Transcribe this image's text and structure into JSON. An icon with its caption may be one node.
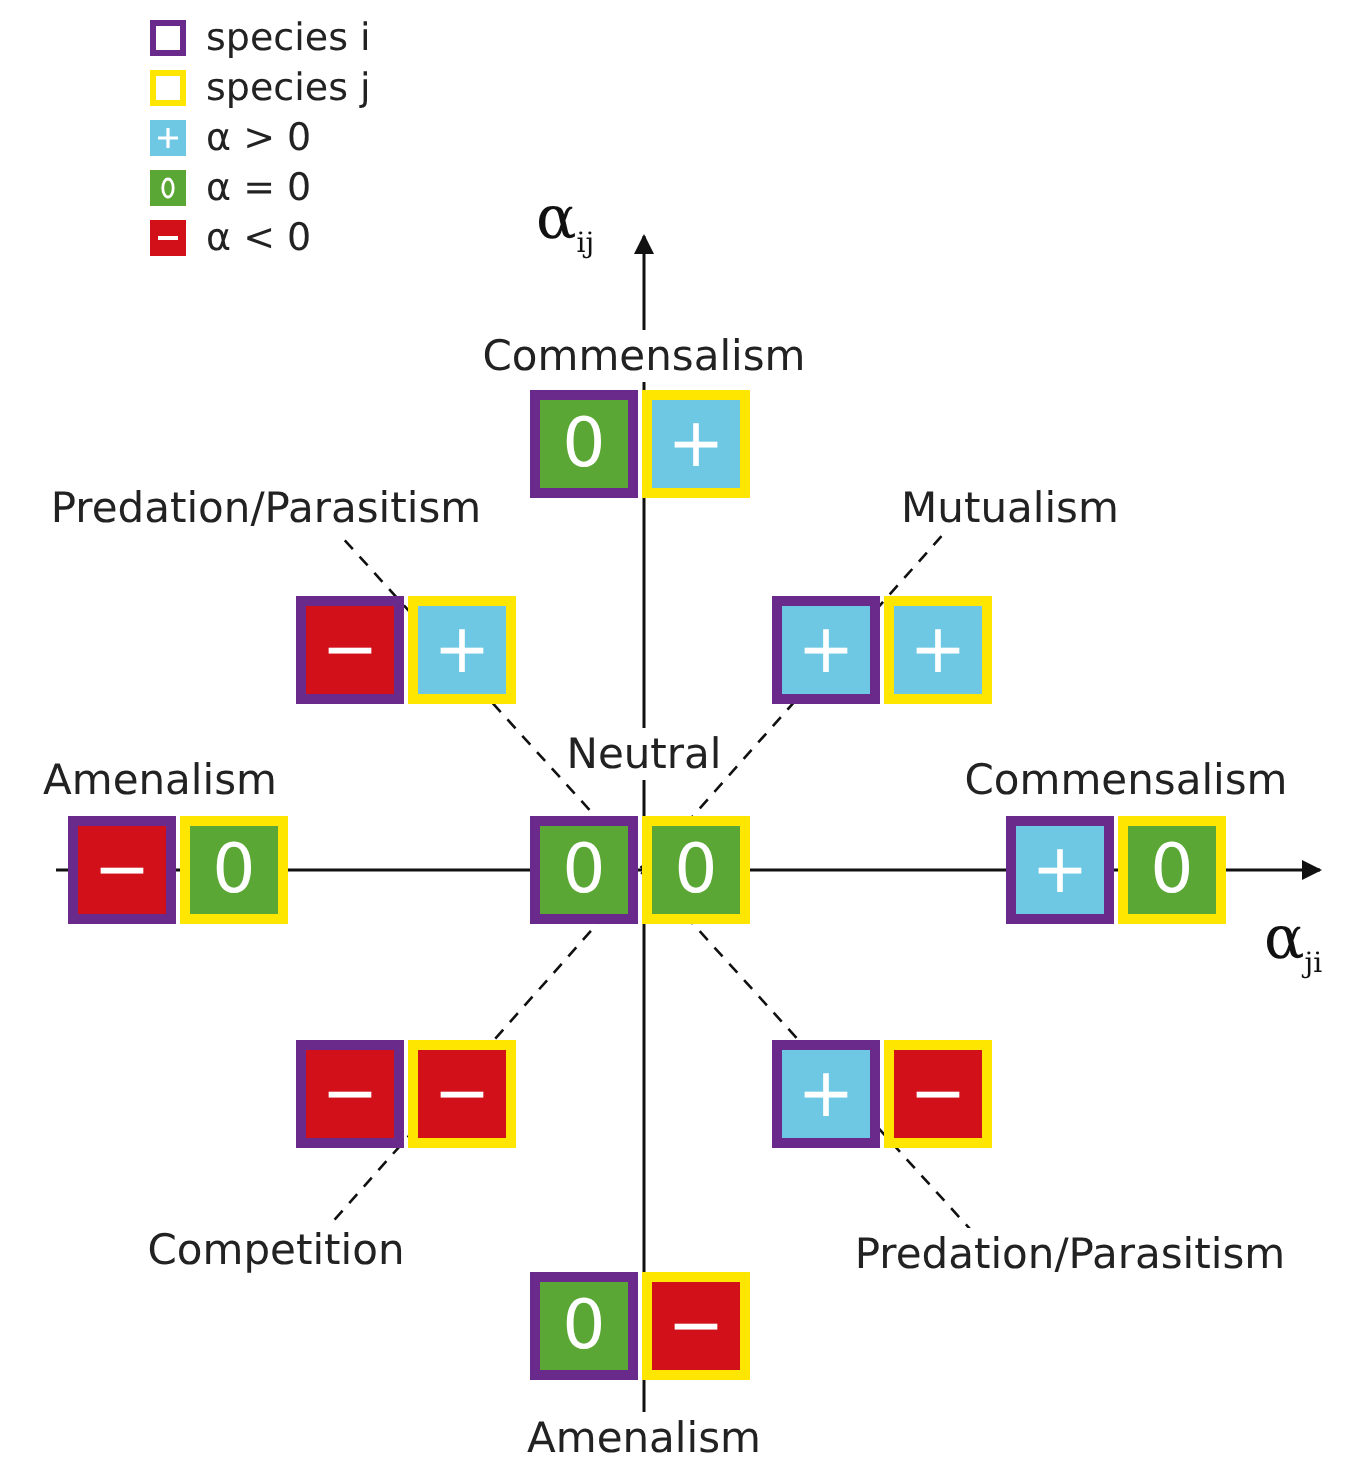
{
  "diagram": {
    "nodes": [
      {
        "text": [
          "0"
        ]
      },
      {
        "text": [
          "+"
        ]
      },
      {
        "text": [
          "−"
        ]
      },
      {
        "text": [
          "+"
        ]
      },
      {
        "text": [
          "+"
        ]
      },
      {
        "text": [
          "+"
        ]
      },
      {
        "text": [
          "−"
        ]
      },
      {
        "text": [
          "0"
        ]
      },
      {
        "text": [
          "0"
        ]
      },
      {
        "text": [
          "0"
        ]
      },
      {
        "text": [
          "+"
        ]
      },
      {
        "text": [
          "0"
        ]
      },
      {
        "text": [
          "−"
        ]
      },
      {
        "text": [
          "−"
        ]
      },
      {
        "text": [
          "+"
        ]
      },
      {
        "text": [
          "−"
        ]
      },
      {
        "text": [
          "0"
        ]
      },
      {
        "text": [
          "−"
        ]
      }
    ],
    "edges": [],
    "labels": [
      "α$_{ij}$",
      "Commensalism",
      "Predation/Parasitism",
      "Mutualism",
      "Neutral",
      "Amenalism",
      "Commensalism",
      "α$_{ji}$",
      "Competition",
      "Predation/Parasitism",
      "Amenalism"
    ],
    "legend": [
      {
        "text": "species i"
      },
      {
        "text": "species j"
      },
      {
        "text": "α > 0",
        "color": "#6ec8e4"
      },
      {
        "text": "α = 0",
        "color": "#5aa735"
      },
      {
        "text": "α < 0",
        "color": "#d2101a"
      }
    ]
  }
}
